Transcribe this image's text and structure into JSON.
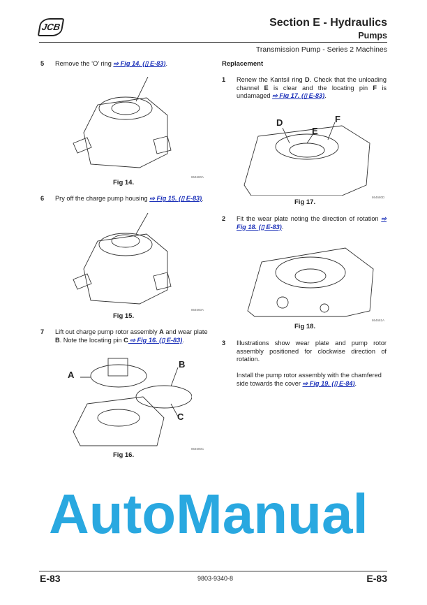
{
  "header": {
    "logo": "JCB",
    "section": "Section E - Hydraulics",
    "subsection": "Pumps",
    "topic": "Transmission Pump - Series 2 Machines"
  },
  "left": {
    "step5": {
      "num": "5",
      "text": "Remove the ‘O’ ring ",
      "link": "⇨ Fig 14. (▯ E-83)",
      "end": "."
    },
    "fig14": {
      "caption": "Fig 14.",
      "code": "864680A"
    },
    "step6": {
      "num": "6",
      "text": "Pry off the charge pump housing ",
      "link": "⇨ Fig 15. (▯ E-83)",
      "end": "."
    },
    "fig15": {
      "caption": "Fig 15.",
      "code": "864660A"
    },
    "step7": {
      "num": "7",
      "t1": "Lift out charge pump rotor assembly ",
      "b1": "A",
      "t2": " and wear plate ",
      "b2": "B",
      "t3": ". Note the locating pin ",
      "b3": "C",
      "link": " ⇨ Fig 16. (▯ E-83)",
      "end": "."
    },
    "fig16": {
      "caption": "Fig 16.",
      "code": "864680C",
      "labels": [
        "A",
        "B",
        "C"
      ]
    }
  },
  "right": {
    "heading": "Replacement",
    "step1": {
      "num": "1",
      "t1": "Renew the Kantsil ring ",
      "b1": "D",
      "t2": ". Check that the unloading channel ",
      "b2": "E",
      "t3": " is clear and the locating pin ",
      "b3": "F",
      "t4": " is undamaged ",
      "link": "⇨ Fig 17. (▯ E-83)",
      "end": "."
    },
    "fig17": {
      "caption": "Fig 17.",
      "code": "864680D",
      "labels": [
        "D",
        "E",
        "F"
      ]
    },
    "step2": {
      "num": "2",
      "text": "Fit the wear plate noting the direction of rotation ",
      "link": "⇨ Fig 18. (▯ E-83)",
      "end": "."
    },
    "fig18": {
      "caption": "Fig 18.",
      "code": "864681A"
    },
    "step3": {
      "num": "3",
      "text": "Illustrations show wear plate and pump rotor assembly positioned for clockwise direction of rotation.",
      "text2": "Install the pump rotor assembly with the chamfered side towards the cover ",
      "link": "⇨ Fig 19. (▯ E-84)",
      "end": "."
    }
  },
  "footer": {
    "left": "E-83",
    "center": "9803-9340-8",
    "right": "E-83"
  },
  "watermark": {
    "text": "AutoManual",
    "color": "#29a8e0"
  }
}
